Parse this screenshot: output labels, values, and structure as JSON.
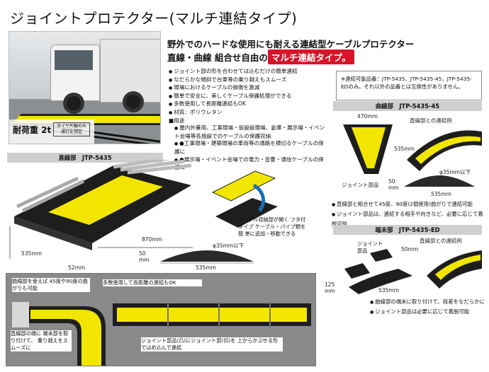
{
  "title": "ジョイントプロテクター(マルチ連結タイプ)",
  "photo": {
    "weight_label": "耐荷重 2t",
    "weight_note": "タイヤ片輪のみ 通行を想定"
  },
  "headline": {
    "line1": "野外でのハードな使用にも耐える連結型ケーブルプロテクター",
    "line2_prefix": "直線・曲線 組合せ自由の",
    "line2_badge": "マルチ連結タイプ。"
  },
  "features": [
    "ジョイント部の形を合わせては込むだけの簡単連結",
    "なだらかな傾斜で台車等の乗り越えもスムーズ",
    "現場におけるケーブルの損傷を激減",
    "簡単で安全に、美しくケーブル保護処理ができる",
    "多数使用して長距離連結もOK",
    "材質：ポリウレタン"
  ],
  "uses_title": "■用途",
  "uses": [
    "屋内外兼用、工事現場・仮設設現場、倉庫・展示場・イベント会場等各施設でのケーブルの保護収納",
    "●工事現場・建築現場の車両等の通路を横切るケーブルの保護に",
    "●展示場・イベント会場での電力・音響・通信ケーブルの保護に"
  ],
  "note": {
    "line1": "※連結可能品番：JTP-5435、JTP-5435-45、JTP-5435-",
    "line2": "EDのみ。それ以外の品番とは互換性がありません。"
  },
  "straight": {
    "label": "直線部　JTP-5435",
    "dim_length": "870mm",
    "dim_width": "535mm",
    "dim_height": "52mm",
    "open_note": "ケーブル収納部が開く フタ付タイプ ケーブル・パイプ類を簡 単に追加・移動できる",
    "cable_dia": "φ35mm以下",
    "side_height": "50 mm",
    "side_width": "535mm"
  },
  "curve": {
    "label": "曲線部　JTP-5435-45",
    "dim_width_top": "470mm",
    "dim_side": "535mm",
    "joint_label": "ジョイント部品",
    "example_label": "直線部との連結例",
    "cable_dia": "φ35mm以下",
    "side_height": "50 mm",
    "side_width": "535mm",
    "bullets": [
      "直線部と組合せて45度、90度(2個使用)曲がりで連結可能",
      "ジョイント部品は、連結する相手や向きなど、必要に応じて着脱可能"
    ]
  },
  "end": {
    "label": "端末部　JTP-5435-ED",
    "joint_label": "ジョイント 部品",
    "height": "50mm",
    "depth": "125 mm",
    "width": "535mm",
    "example_label": "直線部との連結例",
    "bullets": [
      "曲線部の端末に取り付けて、段差をなだらかに",
      "ジョイント部品は必要に応じて着脱可能"
    ]
  },
  "diagram": {
    "note_curve": "曲線部を使えば 45度や90度の曲がりも可能",
    "note_long": "多数使用して長距離の連結もOK",
    "note_end": "直線部の端に 端末部を取り付けて、 乗り越えをスムーズに",
    "note_joint": "ジョイント部品(凸)にジョイント部(凹)を 上からかぶせる形ではめ込んで連結"
  },
  "colors": {
    "yellow": "#f2e600",
    "black": "#1e1e1e",
    "badge_red": "#d8142a",
    "section_gray": "#cfcfcf"
  }
}
